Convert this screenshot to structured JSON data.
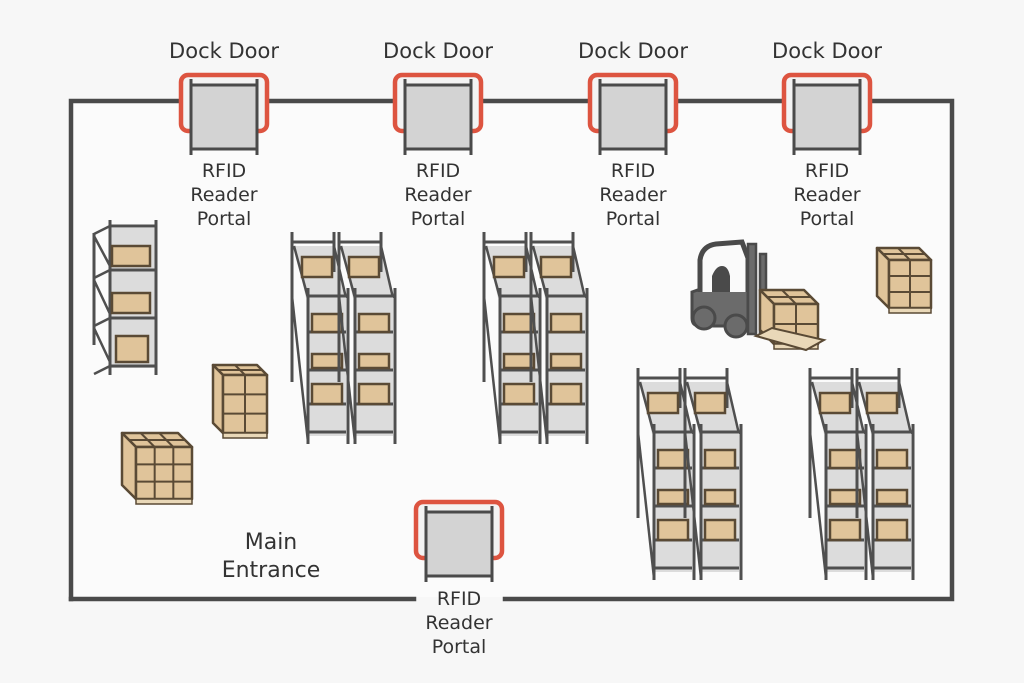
{
  "title": "Warehouse RFID Reader Layout",
  "colors": {
    "background": "#f7f7f7",
    "floor": "#fbfbfb",
    "wall": "#4a4a4a",
    "portal_frame": "#dd5440",
    "door_fill": "#d3d3d3",
    "box_fill": "#e0c49a",
    "box_stroke": "#5a4a35",
    "rack_stroke": "#4f4f4f",
    "rack_fill": "#dcdcdc"
  },
  "dock_doors": [
    {
      "label": "Dock Door",
      "portal_label": [
        "RFID",
        "Reader",
        "Portal"
      ]
    },
    {
      "label": "Dock Door",
      "portal_label": [
        "RFID",
        "Reader",
        "Portal"
      ]
    },
    {
      "label": "Dock Door",
      "portal_label": [
        "RFID",
        "Reader",
        "Portal"
      ]
    },
    {
      "label": "Dock Door",
      "portal_label": [
        "RFID",
        "Reader",
        "Portal"
      ]
    }
  ],
  "main_entrance": {
    "label": [
      "Main",
      "Entrance"
    ],
    "portal_label": [
      "RFID",
      "Reader",
      "Portal"
    ]
  },
  "objects": {
    "racks": [
      "side-rack",
      "rack-aisle-1",
      "rack-aisle-2",
      "rack-aisle-3",
      "rack-aisle-4"
    ],
    "pallets": [
      "pallet-1",
      "pallet-2",
      "pallet-3"
    ],
    "vehicles": [
      "forklift-with-pallet"
    ]
  }
}
